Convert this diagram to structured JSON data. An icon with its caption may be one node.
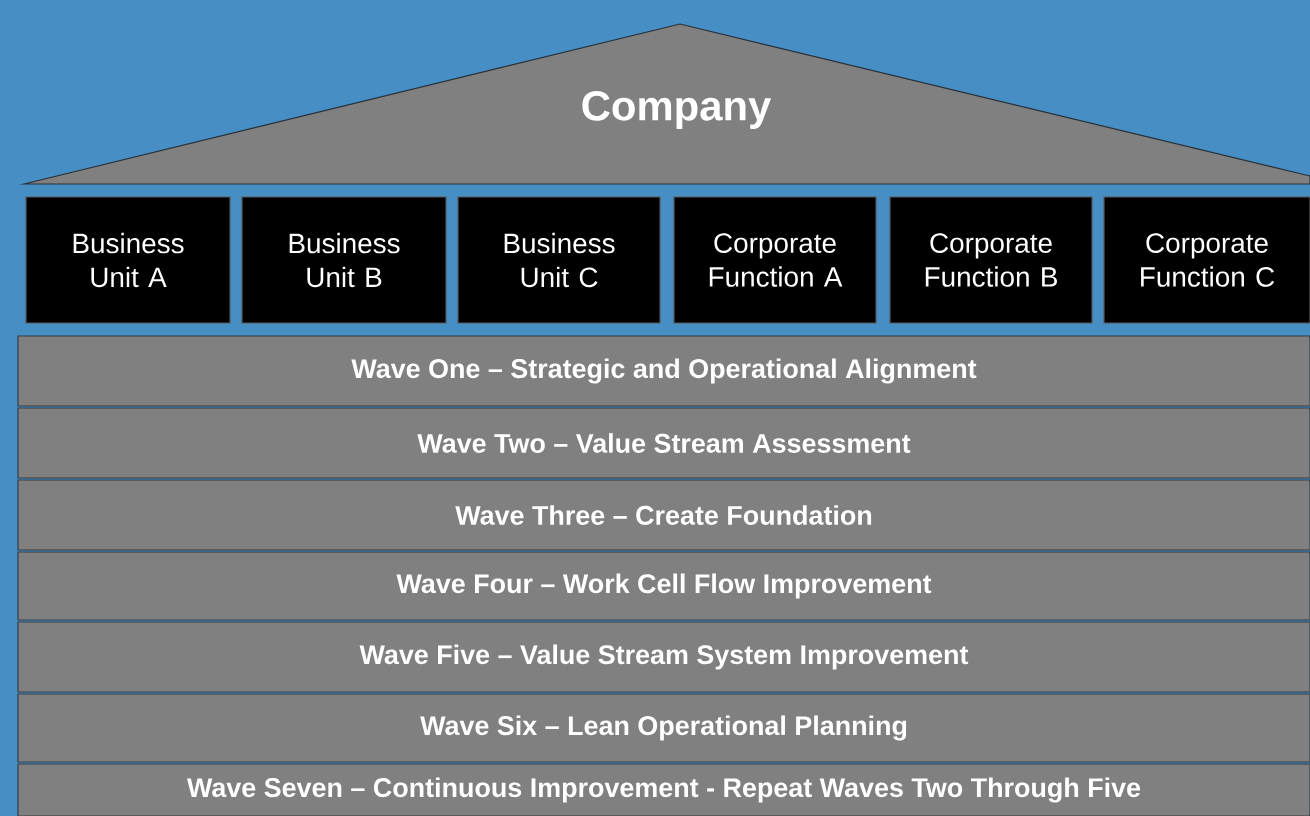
{
  "diagram": {
    "nodes": [
      {
        "text": [
          "Company"
        ]
      },
      {
        "text": [
          "Business Unit A"
        ]
      },
      {
        "text": [
          "Business Unit B"
        ]
      },
      {
        "text": [
          "Business Unit C"
        ]
      },
      {
        "text": [
          "Corporate Function A"
        ]
      },
      {
        "text": [
          "Corporate Function B"
        ]
      },
      {
        "text": [
          "Corporate Function C"
        ]
      },
      {
        "text": [
          "Wave One – Strategic and Operational Alignment"
        ]
      },
      {
        "text": [
          "Wave Two – Value Stream Assessment"
        ]
      },
      {
        "text": [
          "Wave Three – Create Foundation"
        ]
      },
      {
        "text": [
          "Wave Four – Work Cell Flow Improvement"
        ]
      },
      {
        "text": [
          "Wave Five – Value Stream System Improvement"
        ]
      },
      {
        "text": [
          "Wave Six – Lean Operational Planning"
        ]
      },
      {
        "text": [
          "Wave Seven – Continuous Improvement - Repeat Waves Two Through Five"
        ]
      }
    ]
  }
}
